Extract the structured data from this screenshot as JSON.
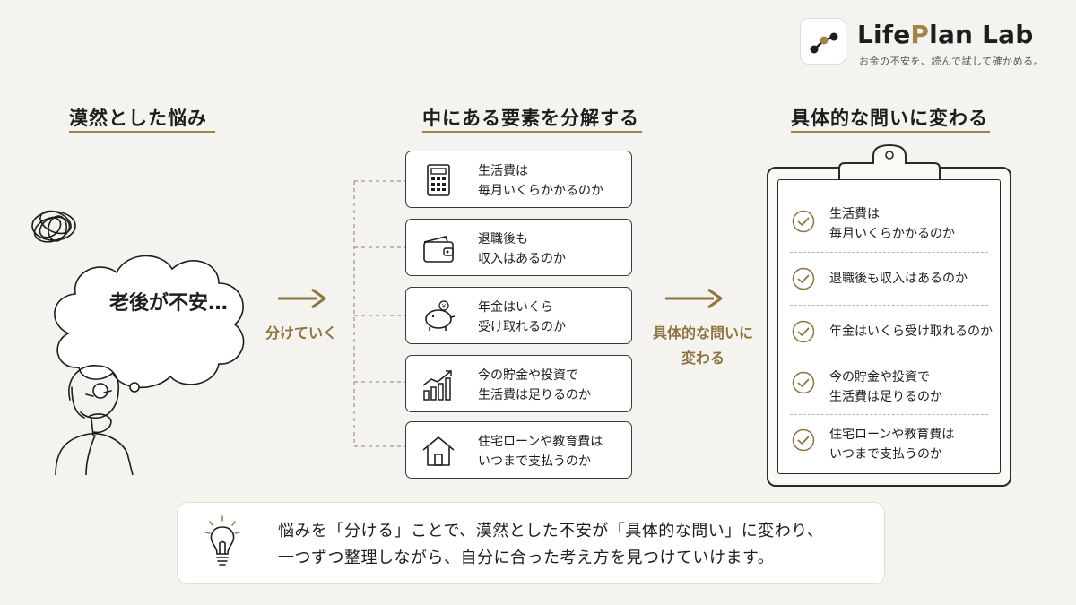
{
  "logo": {
    "title_part1": "Life",
    "title_accent": "P",
    "title_part2": "lan Lab",
    "subtitle": "お金の不安を、読んで試して確かめる。"
  },
  "sections": {
    "left_heading": "漠然とした悩み",
    "middle_heading": "中にある要素を分解する",
    "right_heading": "具体的な問いに変わる"
  },
  "bubble": {
    "text": "老後が不安…"
  },
  "arrows": {
    "left_label": "分けていく",
    "right_label_line1": "具体的な問いに",
    "right_label_line2": "変わる"
  },
  "factors": [
    {
      "icon": "calculator-icon",
      "line1": "生活費は",
      "line2": "毎月いくらかかるのか"
    },
    {
      "icon": "wallet-icon",
      "line1": "退職後も",
      "line2": "収入はあるのか"
    },
    {
      "icon": "piggy-bank-icon",
      "line1": "年金はいくら",
      "line2": "受け取れるのか"
    },
    {
      "icon": "growth-chart-icon",
      "line1": "今の貯金や投資で",
      "line2": "生活費は足りるのか"
    },
    {
      "icon": "house-icon",
      "line1": "住宅ローンや教育費は",
      "line2": "いつまで支払うのか"
    }
  ],
  "checklist": [
    {
      "line1": "生活費は",
      "line2": "毎月いくらかかるのか"
    },
    {
      "line1": "退職後も収入はあるのか",
      "line2": ""
    },
    {
      "line1": "年金はいくら受け取れるのか",
      "line2": ""
    },
    {
      "line1": "今の貯金や投資で",
      "line2": "生活費は足りるのか"
    },
    {
      "line1": "住宅ローンや教育費は",
      "line2": "いつまで支払うのか"
    }
  ],
  "note": {
    "line1": "悩みを「分ける」ことで、漠然とした不安が「具体的な問い」に変わり、",
    "line2": "一つずつ整理しながら、自分に合った考え方を見つけていけます。"
  },
  "colors": {
    "background": "#f5f3ef",
    "accent": "#a0844a",
    "text": "#1d1d1d"
  }
}
